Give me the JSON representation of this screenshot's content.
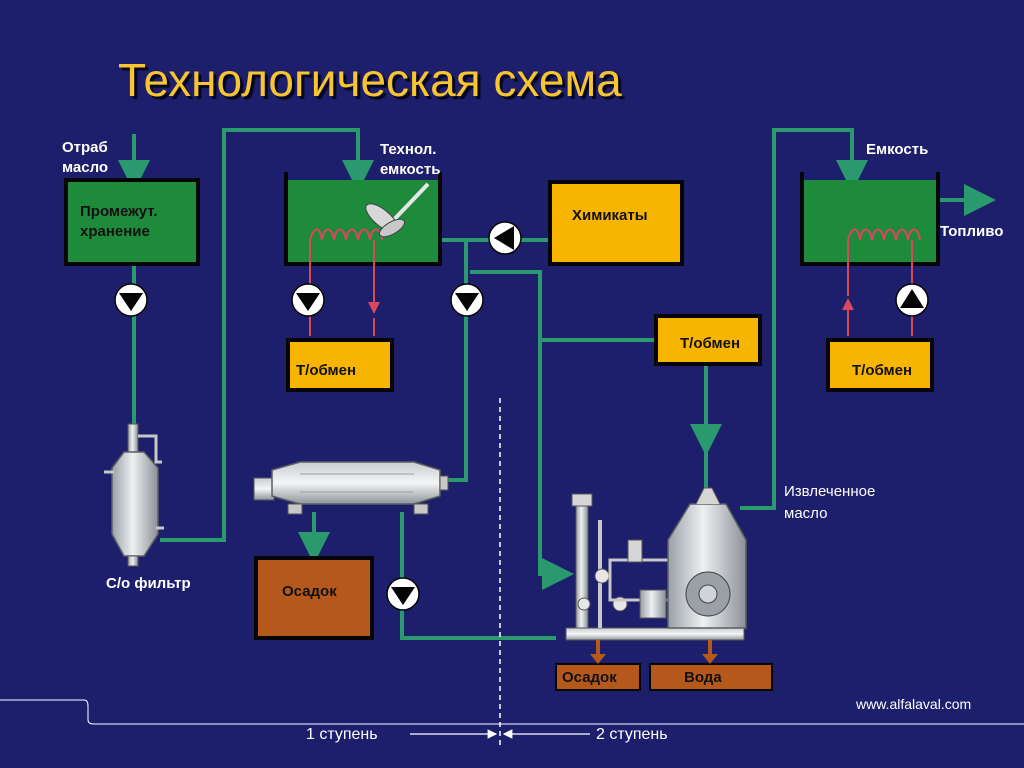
{
  "slide": {
    "title": "Технологическая схема",
    "website": "www.alfalaval.com"
  },
  "labels": {
    "waste_oil": [
      "Отраб",
      "масло"
    ],
    "buffer_storage": [
      "Промежут.",
      "хранение"
    ],
    "process_tank": [
      "Технол.",
      "емкость"
    ],
    "chemicals": "Химикаты",
    "tank": "Емкость",
    "fuel": "Топливо",
    "hx_left": "Т/обмен",
    "hx_middle": "Т/обмен",
    "hx_right": "Т/обмен",
    "filter": "С/о фильтр",
    "sludge_main": "Осадок",
    "recovered_oil": [
      "Извлеченное",
      "масло"
    ],
    "sludge_out": "Осадок",
    "water_out": "Вода"
  },
  "stages": {
    "stage_1": "1 ступень",
    "stage_2": "2 ступень"
  },
  "colors": {
    "background": "#1e1f6c",
    "pipe": "#2a9a6e",
    "tank_green": "#1e8a3c",
    "box_yellow": "#f7b500",
    "box_brown": "#b5581c",
    "title_gold": "#f7c52f",
    "heating_coil": "#d9485a"
  },
  "icons": [
    "pump-icon",
    "agitator-icon",
    "heating-coil-icon",
    "decanter-icon",
    "separator-icon",
    "filter-vessel-icon"
  ]
}
